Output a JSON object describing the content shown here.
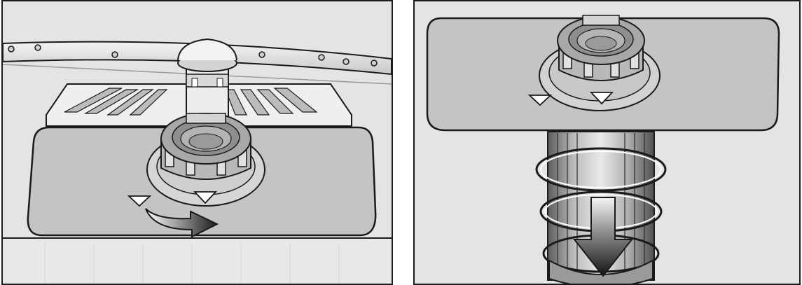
{
  "figure": {
    "panels": [
      {
        "step": "turn-filter",
        "markers": [
          "triangle",
          "triangle"
        ],
        "arrow": "curved-right"
      },
      {
        "step": "pull-out-filter",
        "markers": [
          "triangle",
          "triangle"
        ],
        "arrow": "down"
      }
    ],
    "colors": {
      "background": "#e4e4e4",
      "surface": "#c4c4c4",
      "outline": "#1a1a1a",
      "highlight": "#ffffff"
    }
  }
}
